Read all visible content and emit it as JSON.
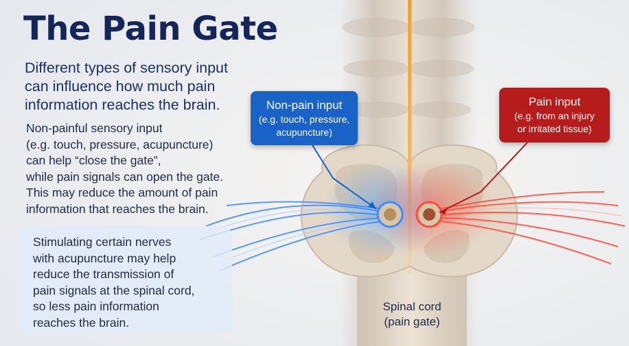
{
  "title": "The Pain Gate",
  "subtitle_lines": [
    "Different types of sensory input",
    "can influence how much pain",
    "information reaches the brain."
  ],
  "body_lines": [
    "Non-painful sensory input",
    "(e.g. touch, pressure, acupuncture)",
    "can help “close the gate”,",
    "while pain signals can open the gate.",
    "This may reduce the amount of pain",
    "information that reaches the brain."
  ],
  "note_lines": [
    "Stimulating certain nerves",
    "with acupuncture may help",
    "reduce the transmission of",
    "pain signals at the spinal cord,",
    "so less pain information",
    "reaches the brain."
  ],
  "non_pain_callout": {
    "heading": "Non-pain input",
    "detail_lines": [
      "(e.g. touch, pressure,",
      "acupuncture)"
    ],
    "color": "#1a63c6"
  },
  "pain_callout": {
    "heading": "Pain input",
    "detail_lines": [
      "(e.g. from an injury",
      "or irritated tissue)"
    ],
    "color": "#b71c1c"
  },
  "spinal_cord_label_lines": [
    "Spinal cord",
    "(pain gate)"
  ]
}
